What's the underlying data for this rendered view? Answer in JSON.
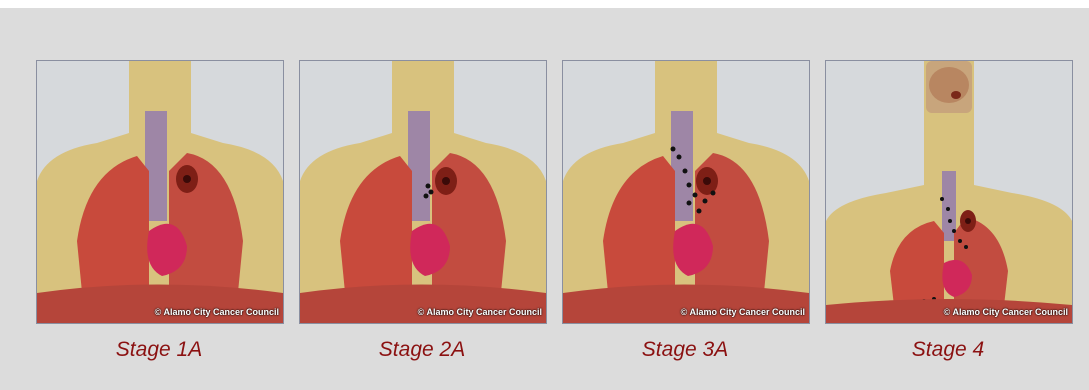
{
  "panels": [
    {
      "caption": "Stage 1A",
      "credit": "© Alamo City Cancer Council"
    },
    {
      "caption": "Stage 2A",
      "credit": "© Alamo City Cancer Council"
    },
    {
      "caption": "Stage 3A",
      "credit": "© Alamo City Cancer Council"
    },
    {
      "caption": "Stage 4",
      "credit": "© Alamo City Cancer Council"
    }
  ],
  "colors": {
    "skin": "#d8c27e",
    "lung": "#c84a3c",
    "heart": "#d0285a",
    "trachea": "#9e86a6",
    "caption": "#8b1111"
  }
}
